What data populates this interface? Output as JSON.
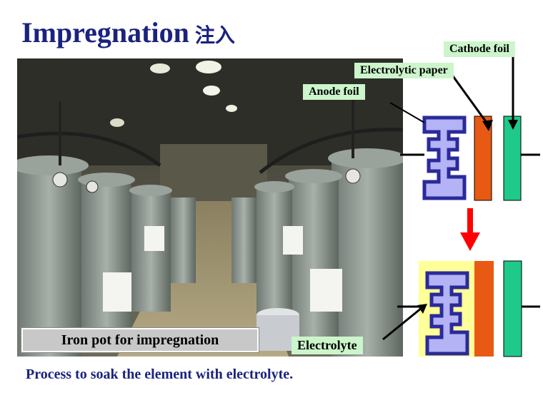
{
  "slide": {
    "title": "Impregnation",
    "title_cjk": "注入",
    "photo_caption": "Iron pot for impregnation",
    "bottom_text": "Process to soak the element with electrolyte."
  },
  "diagram": {
    "labels": {
      "cathode_foil": "Cathode foil",
      "electrolytic_paper": "Electrolytic paper",
      "anode_foil": "Anode foil",
      "electrolyte": "Electrolyte"
    }
  },
  "colors": {
    "title": "#1a237e",
    "anode_fill": "#b3b3f5",
    "anode_stroke": "#2a2a9a",
    "paper": "#e85a14",
    "cathode": "#1fc98a",
    "electrolyte": "#ffff99",
    "label_bg": "#ccf5cc",
    "arrow": "#ff0000"
  }
}
